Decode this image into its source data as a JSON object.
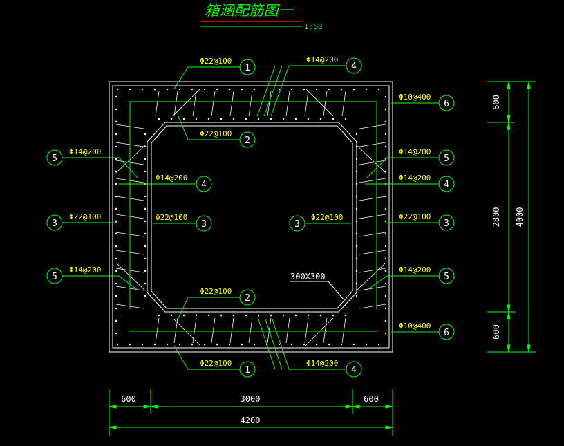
{
  "title": "箱涵配筋图一",
  "scale": "1:50",
  "colors": {
    "background": "#000000",
    "structure": "#ffffff",
    "leader": "#00ff00",
    "text": "#ffff00",
    "title": "#00ff00",
    "title_underline": "#ff0000"
  },
  "callouts": {
    "top_left": {
      "num": "1",
      "label": "Φ22@100"
    },
    "top_right": {
      "num": "4",
      "label": "Φ14@200"
    },
    "top_dist": {
      "num": "6",
      "label": "Φ10@400"
    },
    "top_inner": {
      "num": "2",
      "label": "Φ22@100"
    },
    "left_upper": {
      "num": "5",
      "label": "Φ14@200"
    },
    "left_inner_4": {
      "num": "4",
      "label": "Φ14@200"
    },
    "left_mid": {
      "num": "3",
      "label": "Φ22@100"
    },
    "left_inner_3": {
      "num": "3",
      "label": "Φ22@100"
    },
    "left_lower": {
      "num": "5",
      "label": "Φ14@200"
    },
    "right_upper": {
      "num": "5",
      "label": "Φ14@200"
    },
    "right_inner_4": {
      "num": "4",
      "label": "Φ14@200"
    },
    "right_mid": {
      "num": "3",
      "label": "Φ22@100"
    },
    "right_inner_3": {
      "num": "3",
      "label": "Φ22@100"
    },
    "right_lower": {
      "num": "5",
      "label": "Φ14@200"
    },
    "bottom_inner": {
      "num": "2",
      "label": "Φ22@100"
    },
    "bottom_dist": {
      "num": "6",
      "label": "Φ10@400"
    },
    "bottom_left": {
      "num": "1",
      "label": "Φ22@100"
    },
    "bottom_right": {
      "num": "4",
      "label": "Φ14@200"
    }
  },
  "haunch_label": "300X300",
  "dimensions": {
    "bottom": [
      "600",
      "3000",
      "600"
    ],
    "bottom_total": "4200",
    "right": [
      "600",
      "2800",
      "600"
    ],
    "right_total": "4000"
  }
}
